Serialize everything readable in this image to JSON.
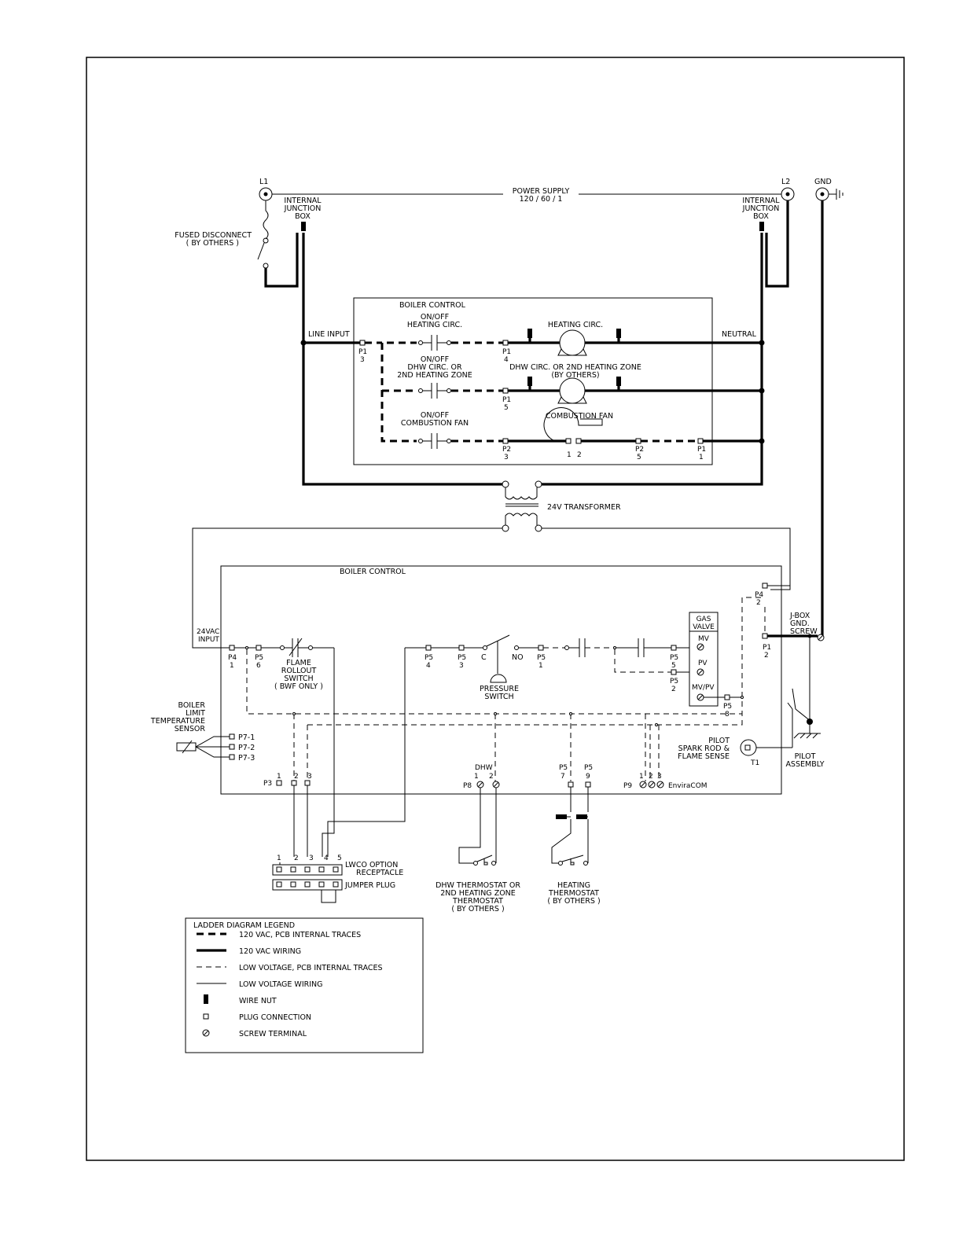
{
  "top": {
    "l1": "L1",
    "l2": "L2",
    "gnd": "GND",
    "power_supply": "POWER SUPPLY",
    "power_spec": "120 / 60 / 1",
    "internal": "INTERNAL",
    "junction": "JUNCTION",
    "box": "BOX",
    "fused_disconnect": "FUSED DISCONNECT",
    "by_others_paren": "( BY OTHERS )"
  },
  "upper_control": {
    "title": "BOILER CONTROL",
    "line_input": "LINE INPUT",
    "neutral": "NEUTRAL",
    "on_off": "ON/OFF",
    "heating_circ_sw": "HEATING CIRC.",
    "dhw_circ_or": "DHW CIRC. OR",
    "second_heating_zone": "2ND HEATING ZONE",
    "combustion_fan_sw": "COMBUSTION FAN",
    "heating_circ": "HEATING CIRC.",
    "dhw_circ_2nd": "DHW CIRC. OR 2ND HEATING ZONE",
    "by_others": "(BY OTHERS)",
    "combustion_fan": "COMBUSTION FAN",
    "p1": "P1",
    "p2": "P2",
    "n1": "1",
    "n2": "2",
    "n3": "3",
    "n4": "4",
    "n5": "5"
  },
  "transformer": {
    "label": "24V TRANSFORMER"
  },
  "lower_control": {
    "title": "BOILER CONTROL",
    "vac_24": "24VAC",
    "input": "INPUT",
    "p4": "P4",
    "p5": "P5",
    "p1": "P1",
    "p3": "P3",
    "p8": "P8",
    "p9": "P9",
    "n1": "1",
    "n2": "2",
    "n3": "3",
    "n4": "4",
    "n5": "5",
    "n6": "6",
    "n7": "7",
    "n8": "8",
    "n9": "9",
    "flame": "FLAME",
    "rollout": "ROLLOUT",
    "switch": "SWITCH",
    "bwf_only": "( BWF ONLY )",
    "c": "C",
    "no": "NO",
    "pressure": "PRESSURE",
    "switch2": "SWITCH",
    "gas": "GAS",
    "valve": "VALVE",
    "mv": "MV",
    "pv": "PV",
    "mvpv": "MV/PV",
    "boiler": "BOILER",
    "limit": "LIMIT",
    "temperature": "TEMPERATURE",
    "sensor": "SENSOR",
    "p7_1": "P7-1",
    "p7_2": "P7-2",
    "p7_3": "P7-3",
    "pilot": "PILOT",
    "spark_rod": "SPARK ROD &",
    "flame_sense": "FLAME SENSE",
    "t1": "T1",
    "pilot2": "PILOT",
    "assembly": "ASSEMBLY",
    "jbox": "J-BOX",
    "gnd": "GND.",
    "screw": "SCREW",
    "dhw": "DHW",
    "enviracom": "EnviraCOM"
  },
  "external": {
    "lwco": "LWCO OPTION",
    "receptacle": "RECEPTACLE",
    "jumper_plug": "JUMPER PLUG",
    "dhw_thermostat_or": "DHW THERMOSTAT OR",
    "second_zone": "2ND HEATING ZONE",
    "thermostat": "THERMOSTAT",
    "by_others": "( BY OTHERS )",
    "heating": "HEATING",
    "thermostat2": "THERMOSTAT",
    "by_others2": "( BY OTHERS )"
  },
  "legend": {
    "title": "LADDER DIAGRAM LEGEND",
    "items": [
      "120 VAC, PCB INTERNAL TRACES",
      "120 VAC WIRING",
      "LOW VOLTAGE, PCB INTERNAL TRACES",
      "LOW VOLTAGE WIRING",
      "WIRE NUT",
      "PLUG CONNECTION",
      "SCREW TERMINAL"
    ]
  }
}
